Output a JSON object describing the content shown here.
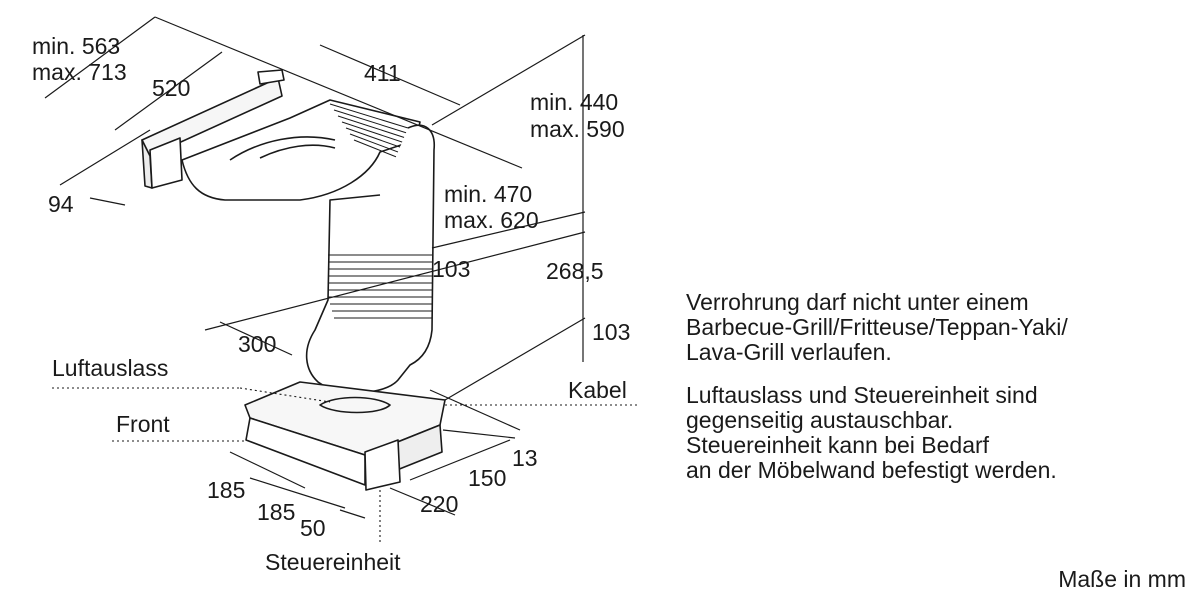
{
  "diagram": {
    "dimensions": {
      "top_depth_min": "min. 563",
      "top_depth_max": "max. 713",
      "top_width": "520",
      "top_length": "411",
      "top_height": "94",
      "total_height_min": "min. 440",
      "total_height_max": "max. 590",
      "duct_length_min": "min. 470",
      "duct_length_max": "max. 620",
      "duct_width": "103",
      "lower_height": "268,5",
      "box_height": "103",
      "duct_offset": "300",
      "cable_offset": "13",
      "control_width": "150",
      "control_depth": "220",
      "front_left_1": "185",
      "front_left_2": "185",
      "front_gap": "50"
    },
    "labels": {
      "air_outlet": "Luftauslass",
      "front": "Front",
      "cable": "Kabel",
      "control_unit": "Steuereinheit"
    }
  },
  "notes": {
    "paragraph_1": [
      "Verrohrung darf nicht unter einem",
      "Barbecue-Grill/Fritteuse/Teppan-Yaki/",
      "Lava-Grill verlaufen."
    ],
    "paragraph_2": [
      "Luftauslass und Steuereinheit sind",
      "gegenseitig austauschbar.",
      "Steuereinheit kann bei Bedarf",
      "an der Möbelwand befestigt werden."
    ]
  },
  "units": "Maße in mm"
}
